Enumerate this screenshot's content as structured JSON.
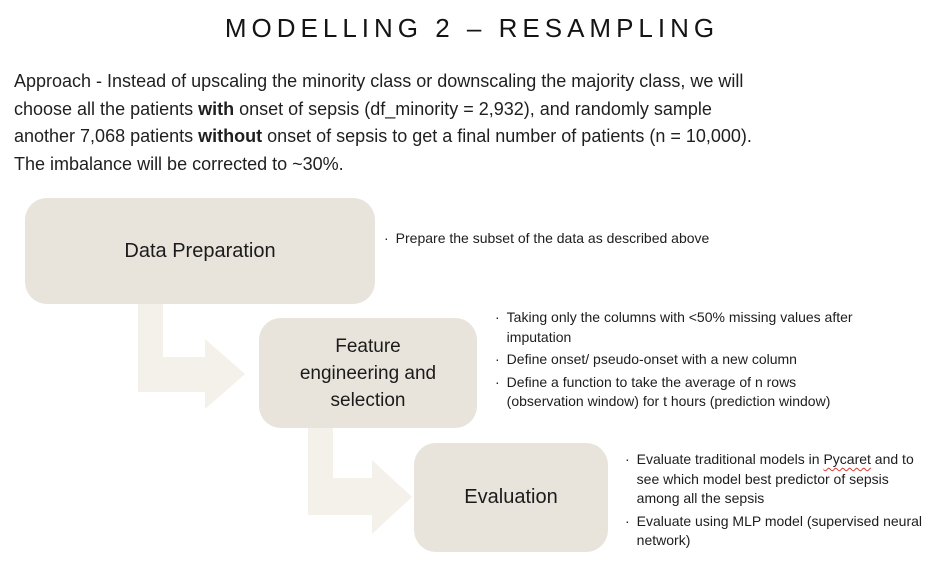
{
  "title": "MODELLING 2 – RESAMPLING",
  "paragraph": {
    "line1": "Approach - Instead of upscaling the minority class or downscaling the majority class, we will",
    "line2_a": "choose all the patients ",
    "line2_b": "with",
    "line2_c": " onset of sepsis (df_minority = 2,932), and randomly sample",
    "line3_a": "another 7,068 patients ",
    "line3_b": "without",
    "line3_c": " onset of sepsis to get a final number of patients (n = 10,000).",
    "line4": "The imbalance will be corrected to ~30%."
  },
  "diagram": {
    "bullet_char": "·",
    "colors": {
      "box_bg": "#e8e4dc",
      "arrow": "#f4f1ea",
      "spellcheck_red": "#d93a32"
    },
    "steps": [
      {
        "label": "Data Preparation",
        "bullets": [
          "Prepare the subset of the data as described above"
        ]
      },
      {
        "label": "Feature engineering and selection",
        "bullets": [
          "Taking only the columns with <50% missing values after imputation",
          "Define onset/ pseudo-onset with a new column",
          "Define a function to take the average of n rows (observation window) for t hours (prediction window)"
        ]
      },
      {
        "label": "Evaluation",
        "bullets": [
          "Evaluate traditional models in Pycaret and to see which model best predictor of sepsis among all the sepsis",
          "Evaluate using MLP model (supervised neural network)"
        ]
      }
    ],
    "evaluation_bullet1": {
      "pre": "Evaluate traditional models in ",
      "highlight": "Pycaret",
      "post": " and to see which model best predictor of sepsis among all the sepsis"
    },
    "evaluation_bullet2": "Evaluate using MLP model (supervised neural network)"
  }
}
